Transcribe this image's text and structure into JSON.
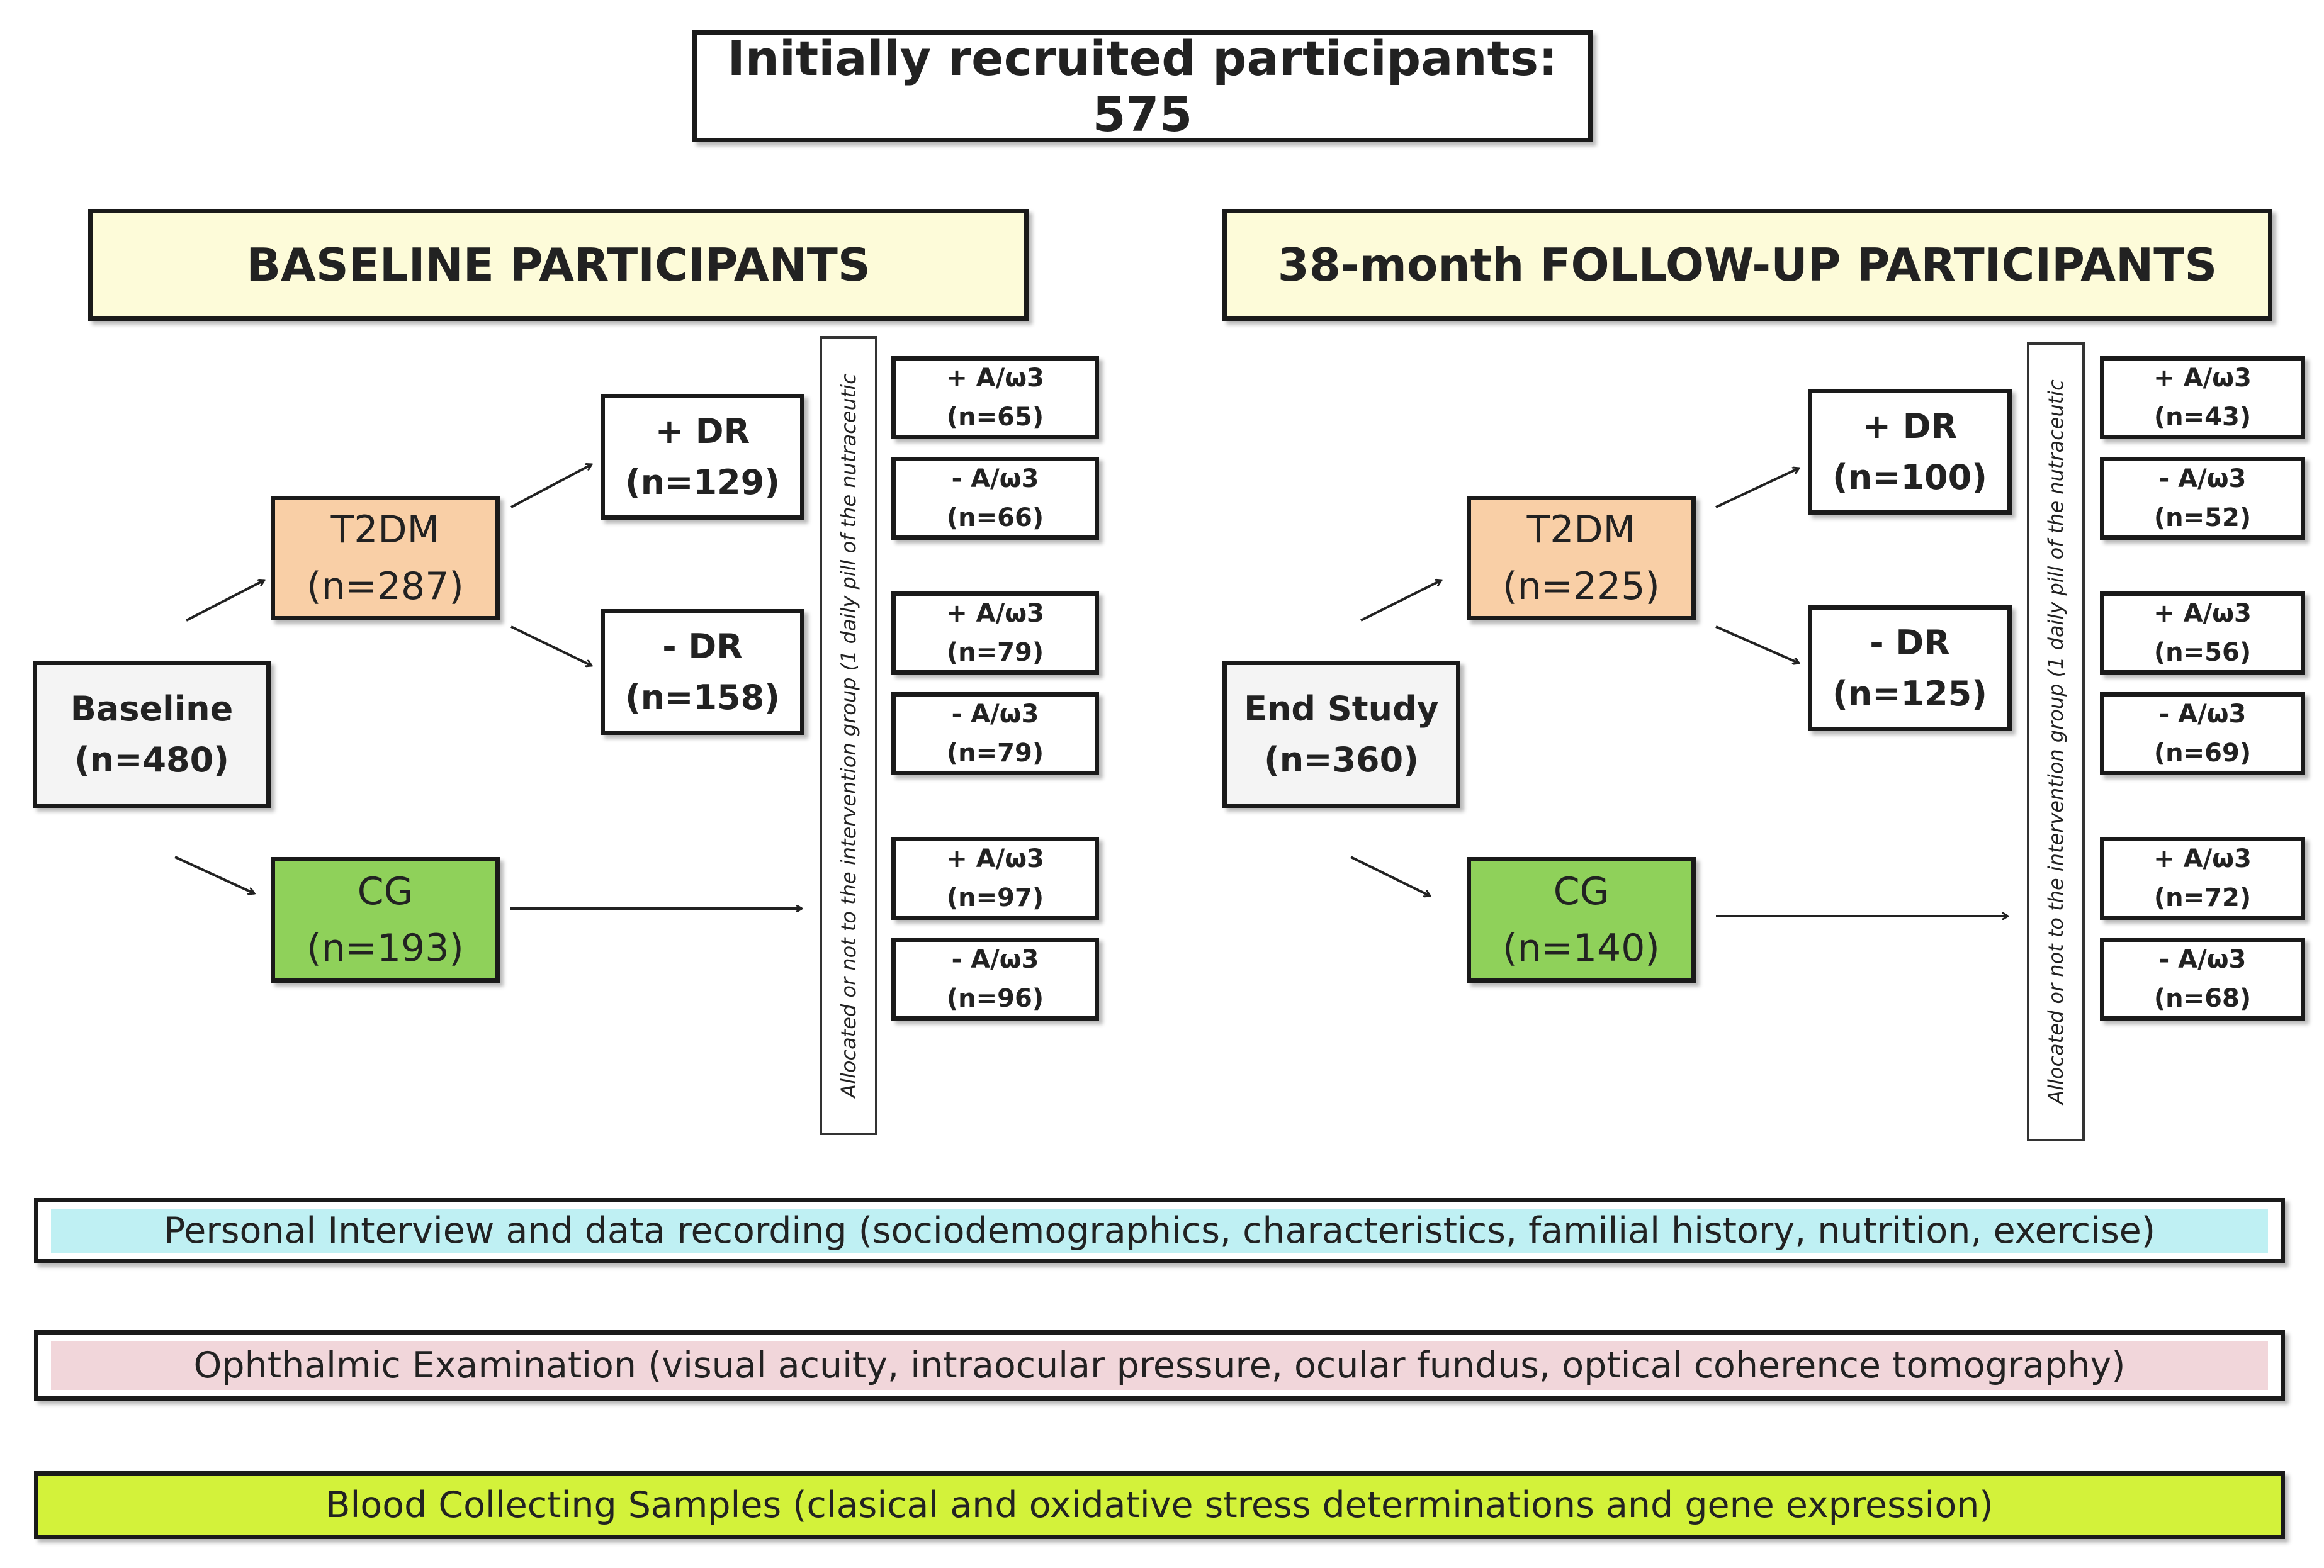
{
  "title": "Initially recruited participants: 575",
  "left": {
    "header": "BASELINE PARTICIPANTS",
    "start": {
      "label": "Baseline",
      "n": "(n=480)"
    },
    "t2dm": {
      "label": "T2DM",
      "n": "(n=287)"
    },
    "cg": {
      "label": "CG",
      "n": "(n=193)"
    },
    "dr_pos": {
      "label": "+ DR",
      "n": "(n=129)"
    },
    "dr_neg": {
      "label": "- DR",
      "n": "(n=158)"
    },
    "alloc": "Allocated or not to the intervention group (1 daily pill of the nutraceutic",
    "groups": [
      {
        "label": "+ A/ω3",
        "n": "(n=65)"
      },
      {
        "label": "- A/ω3",
        "n": "(n=66)"
      },
      {
        "label": "+ A/ω3",
        "n": "(n=79)"
      },
      {
        "label": "- A/ω3",
        "n": "(n=79)"
      },
      {
        "label": "+ A/ω3",
        "n": "(n=97)"
      },
      {
        "label": "- A/ω3",
        "n": "(n=96)"
      }
    ]
  },
  "right": {
    "header": "38-month FOLLOW-UP PARTICIPANTS",
    "start": {
      "label": "End Study",
      "n": "(n=360)"
    },
    "t2dm": {
      "label": "T2DM",
      "n": "(n=225)"
    },
    "cg": {
      "label": "CG",
      "n": "(n=140)"
    },
    "dr_pos": {
      "label": "+ DR",
      "n": "(n=100)"
    },
    "dr_neg": {
      "label": "- DR",
      "n": "(n=125)"
    },
    "alloc": "Allocated or not to the intervention group (1 daily pill of the nutraceutic",
    "groups": [
      {
        "label": "+ A/ω3",
        "n": "(n=43)"
      },
      {
        "label": "- A/ω3",
        "n": "(n=52)"
      },
      {
        "label": "+ A/ω3",
        "n": "(n=56)"
      },
      {
        "label": "- A/ω3",
        "n": "(n=69)"
      },
      {
        "label": "+ A/ω3",
        "n": "(n=72)"
      },
      {
        "label": "- A/ω3",
        "n": "(n=68)"
      }
    ]
  },
  "bars": {
    "interview": "Personal Interview and data recording (sociodemographics, characteristics, familial history, nutrition, exercise)",
    "ophthalmic": "Ophthalmic Examination (visual acuity, intraocular pressure, ocular fundus, optical coherence tomography)",
    "blood": "Blood Collecting Samples (clasical and oxidative stress determinations and gene expression)"
  },
  "colors": {
    "header_fill": "#fdfbd9",
    "t2dm_fill": "#f9cfa6",
    "cg_fill": "#8fd15a",
    "interview_fill": "#bff0f3",
    "ophthalmic_fill": "#f1d6da",
    "blood_fill": "#d3f23a"
  }
}
